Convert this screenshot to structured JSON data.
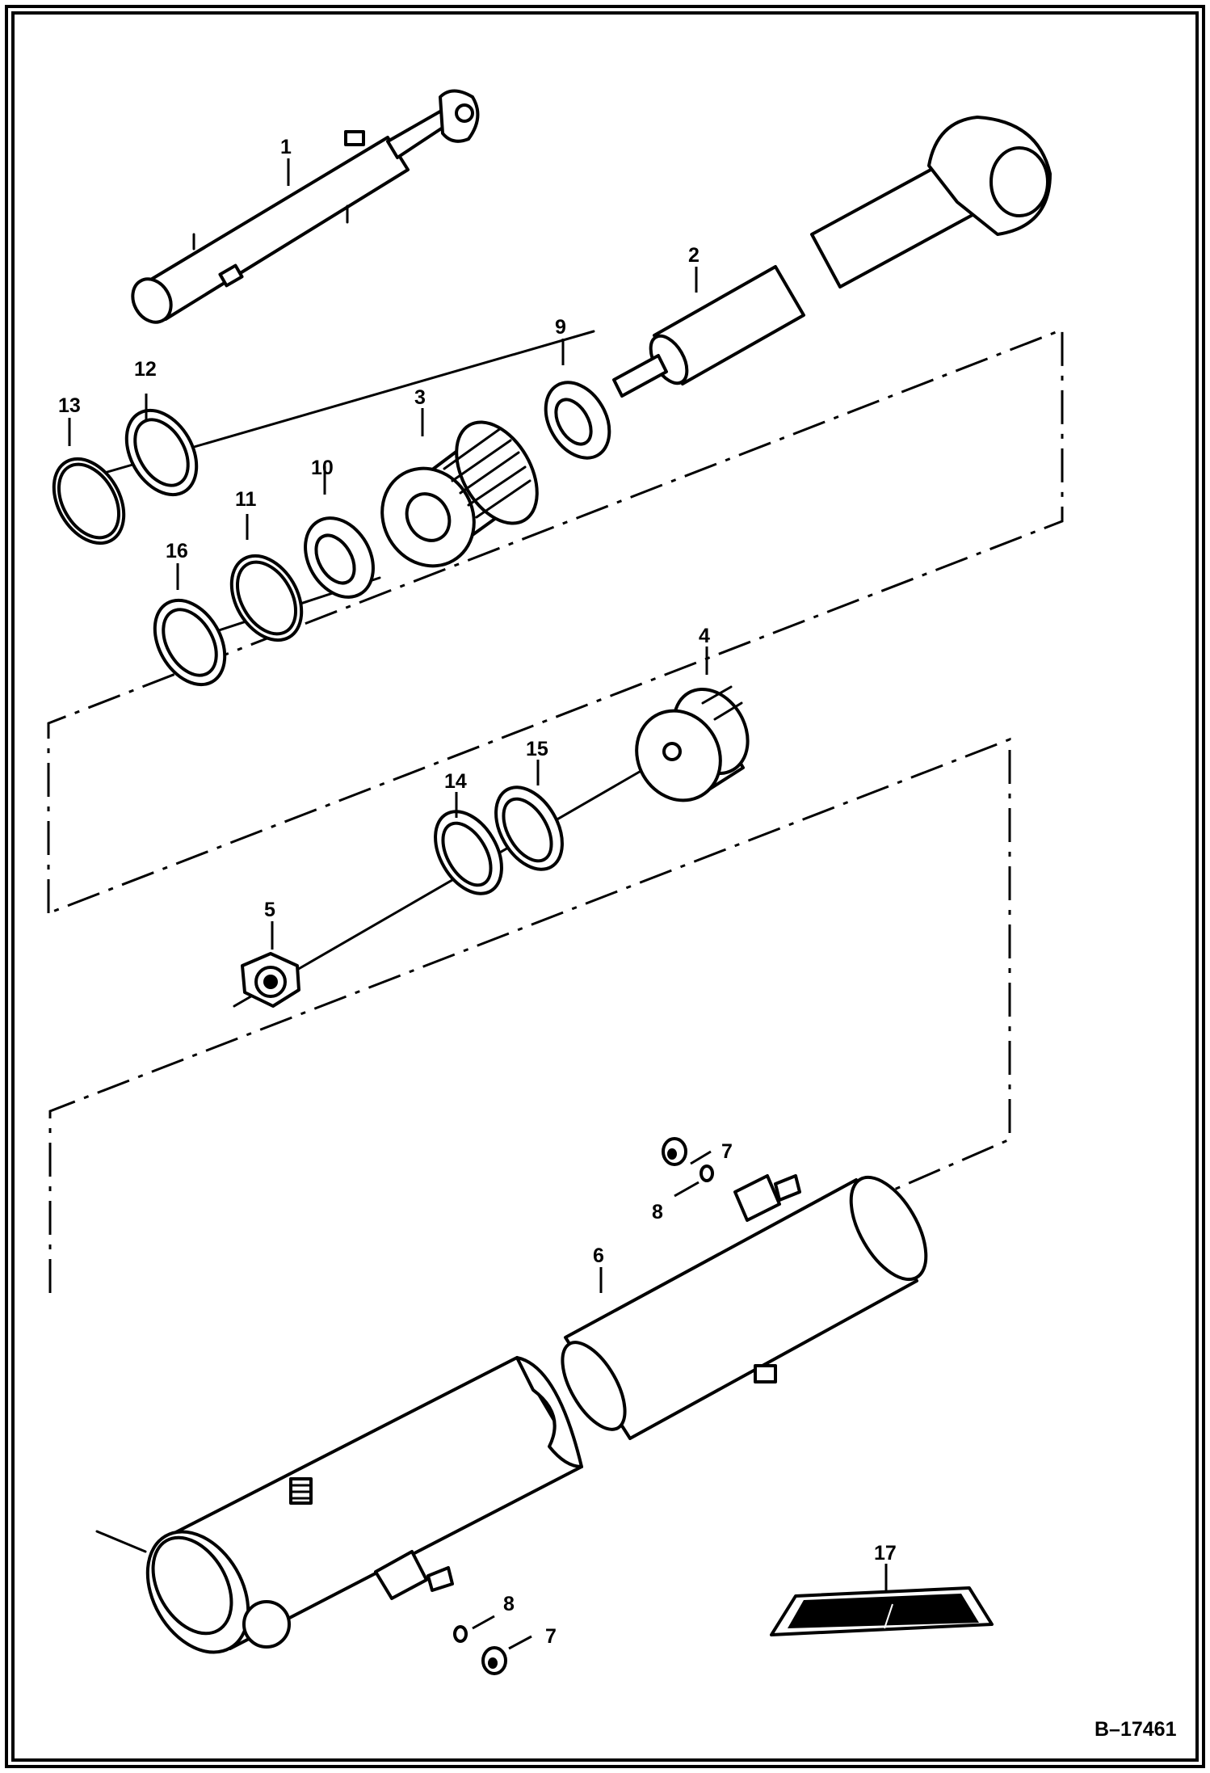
{
  "drawing_code": "B–17461",
  "callouts": [
    {
      "id": "1",
      "text": "1"
    },
    {
      "id": "2",
      "text": "2"
    },
    {
      "id": "3",
      "text": "3"
    },
    {
      "id": "4",
      "text": "4"
    },
    {
      "id": "5",
      "text": "5"
    },
    {
      "id": "6",
      "text": "6"
    },
    {
      "id": "7a",
      "text": "7"
    },
    {
      "id": "7b",
      "text": "7"
    },
    {
      "id": "8a",
      "text": "8"
    },
    {
      "id": "8b",
      "text": "8"
    },
    {
      "id": "9",
      "text": "9"
    },
    {
      "id": "10",
      "text": "10"
    },
    {
      "id": "11",
      "text": "11"
    },
    {
      "id": "12",
      "text": "12"
    },
    {
      "id": "13",
      "text": "13"
    },
    {
      "id": "14",
      "text": "14"
    },
    {
      "id": "15",
      "text": "15"
    },
    {
      "id": "16",
      "text": "16"
    },
    {
      "id": "17",
      "text": "17"
    }
  ],
  "colors": {
    "line": "#000000",
    "background": "#ffffff"
  }
}
